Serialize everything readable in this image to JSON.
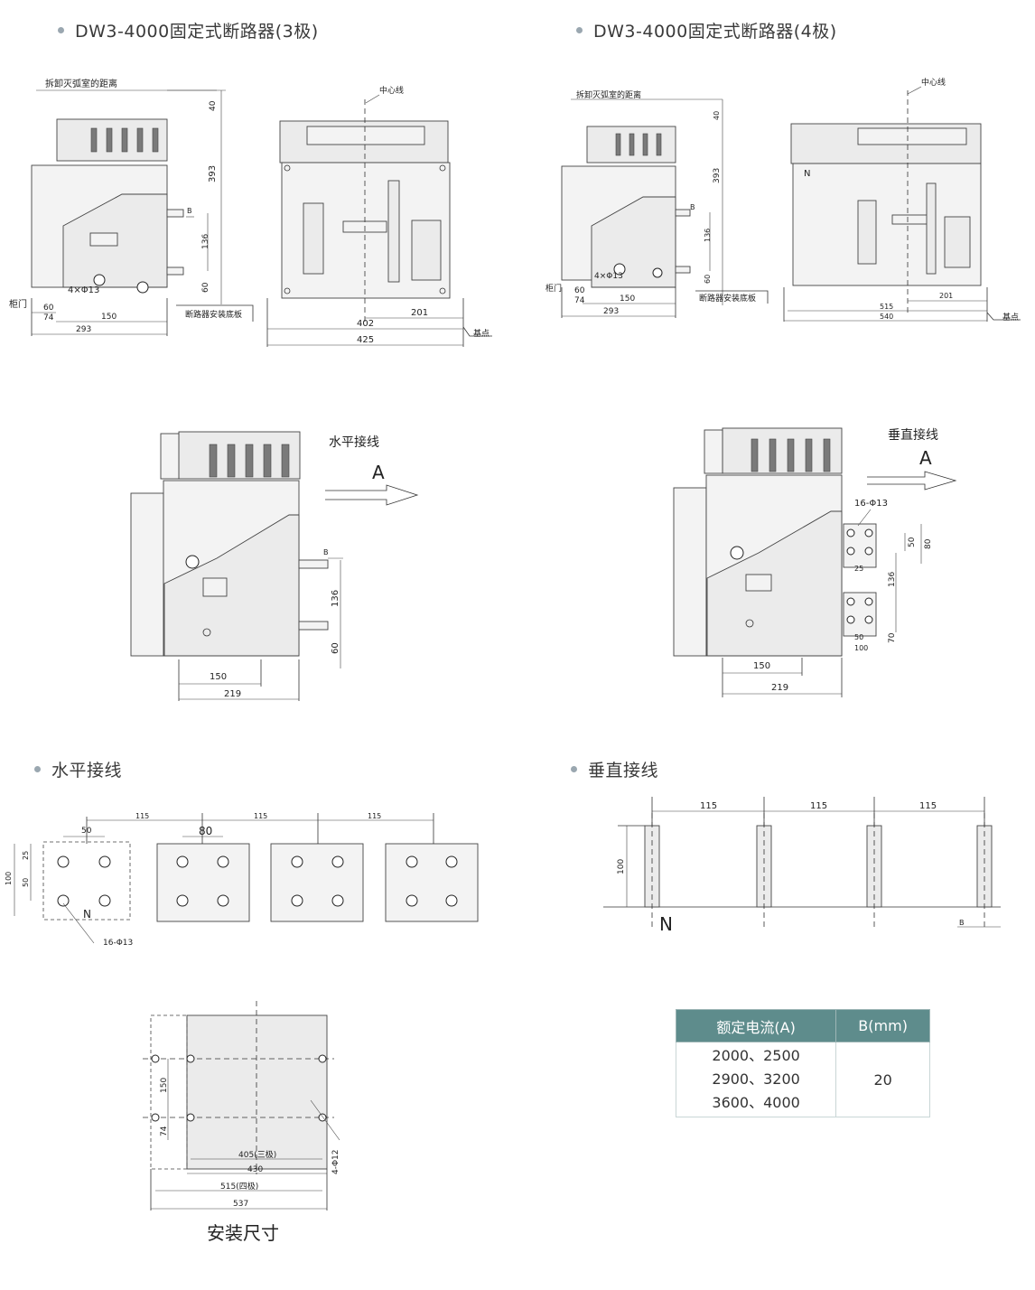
{
  "headings": {
    "pole3": "DW3-4000固定式断路器(3极)",
    "pole4": "DW3-4000固定式断路器(4极)",
    "horizontal_wiring": "水平接线",
    "vertical_wiring": "垂直接线"
  },
  "drawing3": {
    "arc_chamber_note": "拆卸灭弧室的距离",
    "cabinet_door": "柜门",
    "centerline": "中心线",
    "mount_plate": "断路器安装底板",
    "datum": "基点",
    "holes_side": "4×Φ13",
    "d40": "40",
    "d393": "393",
    "dB": "B",
    "d136": "136",
    "d60": "60",
    "d60b": "60",
    "d74": "74",
    "d150": "150",
    "d293": "293",
    "d402": "402",
    "d201": "201",
    "d425": "425"
  },
  "drawing4": {
    "arc_chamber_note": "拆卸灭弧室的距离",
    "cabinet_door": "柜门",
    "centerline": "中心线",
    "mount_plate": "断路器安装底板",
    "datum": "基点",
    "neutral": "N",
    "holes_side": "4×Φ13",
    "d40": "40",
    "d393": "393",
    "dB": "B",
    "d136": "136",
    "d60": "60",
    "d60b": "60",
    "d74": "74",
    "d150": "150",
    "d293": "293",
    "d201": "201",
    "d515": "515",
    "d540": "540"
  },
  "side_h": {
    "label": "水平接线",
    "arrow": "A",
    "dB": "B",
    "d136": "136",
    "d60": "60",
    "d150": "150",
    "d219": "219"
  },
  "side_v": {
    "label": "垂直接线",
    "arrow": "A",
    "holes": "16-Φ13",
    "d50": "50",
    "d80": "80",
    "d25": "25",
    "d136": "136",
    "d70": "70",
    "d50b": "50",
    "d100": "100",
    "d150": "150",
    "d219": "219"
  },
  "hwiring": {
    "d50": "50",
    "d80": "80",
    "d25": "25",
    "d50v": "50",
    "d100": "100",
    "d115a": "115",
    "d115b": "115",
    "d115c": "115",
    "neutral": "N",
    "holes": "16-Φ13"
  },
  "vwiring": {
    "d115a": "115",
    "d115b": "115",
    "d115c": "115",
    "d100": "100",
    "neutral": "N",
    "dB": "B"
  },
  "install": {
    "title": "安装尺寸",
    "d150": "150",
    "d74": "74",
    "d405": "405(三极)",
    "d430": "430",
    "d515": "515(四极)",
    "d537": "537",
    "holes": "4-Φ12"
  },
  "spec_table": {
    "header_current": "额定电流(A)",
    "header_b": "B(mm)",
    "currents": [
      "2000、2500",
      "2900、3200",
      "3600、4000"
    ],
    "b_value": "20"
  }
}
